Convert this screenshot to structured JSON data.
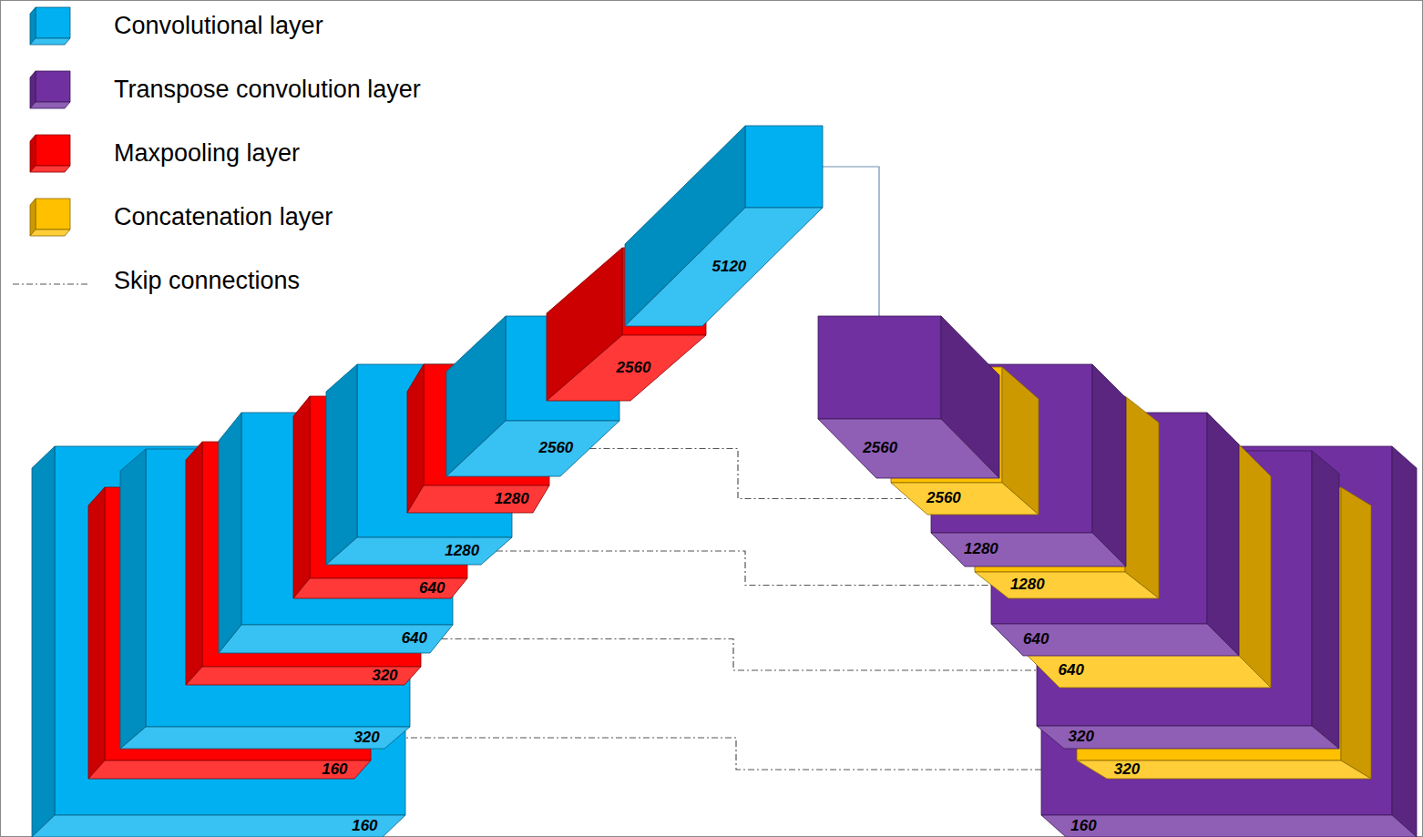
{
  "diagram": {
    "nodes": [
      {
        "text": [
          "160"
        ]
      },
      {
        "text": [
          "160"
        ]
      },
      {
        "text": [
          "320"
        ]
      },
      {
        "text": [
          "320"
        ]
      },
      {
        "text": [
          "640"
        ]
      },
      {
        "text": [
          "640"
        ]
      },
      {
        "text": [
          "1280"
        ]
      },
      {
        "text": [
          "1280"
        ]
      },
      {
        "text": [
          "2560"
        ]
      },
      {
        "text": [
          "2560"
        ]
      },
      {
        "text": [
          "5120"
        ]
      },
      {
        "text": [
          "2560"
        ]
      },
      {
        "text": [
          "2560"
        ]
      },
      {
        "text": [
          "1280"
        ]
      },
      {
        "text": [
          "1280"
        ]
      },
      {
        "text": [
          "640"
        ]
      },
      {
        "text": [
          "640"
        ]
      },
      {
        "text": [
          "320"
        ]
      },
      {
        "text": [
          "320"
        ]
      },
      {
        "text": [
          "160"
        ]
      }
    ],
    "edges": [
      {
        "from": 10,
        "to": 11,
        "arrow": "none"
      },
      {
        "from": 8,
        "to": 12,
        "arrow": "none"
      },
      {
        "from": 6,
        "to": 14,
        "arrow": "none"
      },
      {
        "from": 4,
        "to": 16,
        "arrow": "none"
      },
      {
        "from": 2,
        "to": 18,
        "arrow": "none"
      }
    ],
    "legend": [
      {
        "text": "Convolutional layer",
        "color": "#00b0f0"
      },
      {
        "text": "Transpose convolution layer",
        "color": "#7030a0"
      },
      {
        "text": "Maxpooling layer",
        "color": "#ff0000"
      },
      {
        "text": "Concatenation layer",
        "color": "#ffc000"
      },
      {
        "text": "Skip connections"
      }
    ]
  }
}
